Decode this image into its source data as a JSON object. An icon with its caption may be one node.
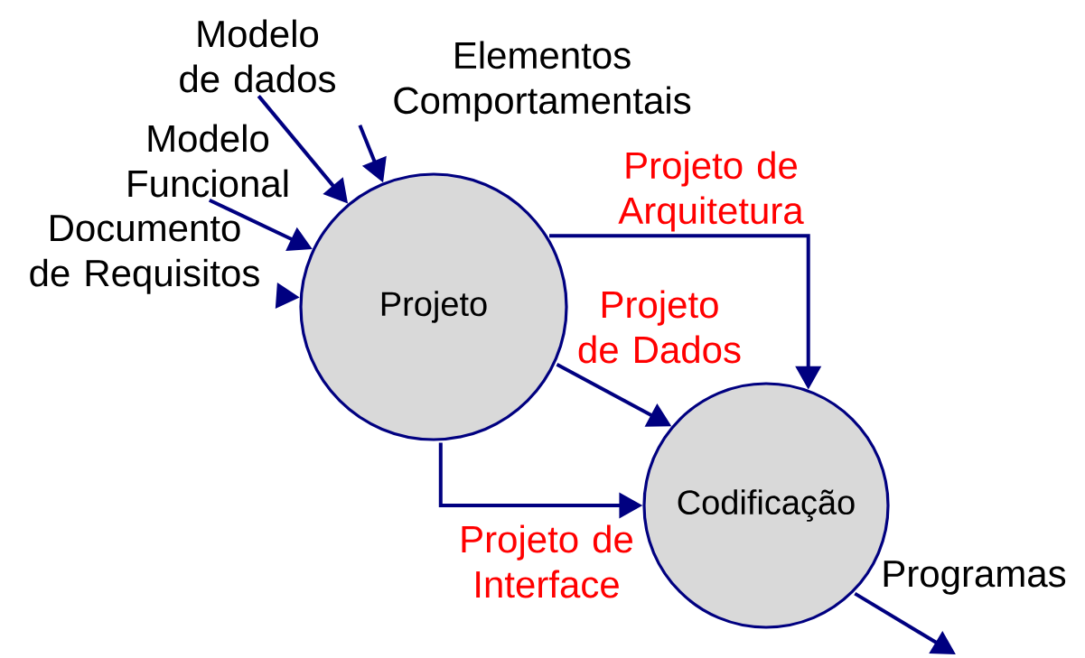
{
  "diagram": {
    "nodes": [
      {
        "text": [
          "Modelo de dados"
        ]
      },
      {
        "text": [
          "Elementos Comportamentais"
        ]
      },
      {
        "text": [
          "Modelo Funcional"
        ]
      },
      {
        "text": [
          "Documento de Requisitos"
        ]
      },
      {
        "text": [
          "Projeto"
        ]
      },
      {
        "text": [
          "Codificação"
        ]
      }
    ],
    "edges": [
      {
        "from": 0,
        "to": 4,
        "arrow": "to"
      },
      {
        "from": 1,
        "to": 4,
        "arrow": "to"
      },
      {
        "from": 2,
        "to": 4,
        "arrow": "to"
      },
      {
        "from": 3,
        "to": 4,
        "arrow": "to"
      },
      {
        "from": 4,
        "to": 5,
        "arrow": "to",
        "label": "Projeto de Arquitetura"
      },
      {
        "from": 4,
        "to": 5,
        "arrow": "to",
        "label": "Projeto de Dados"
      },
      {
        "from": 4,
        "to": 5,
        "arrow": "to",
        "label": "Projeto de Interface"
      },
      {
        "from": 5,
        "to": null,
        "arrow": "to",
        "label": "Programas"
      }
    ]
  }
}
